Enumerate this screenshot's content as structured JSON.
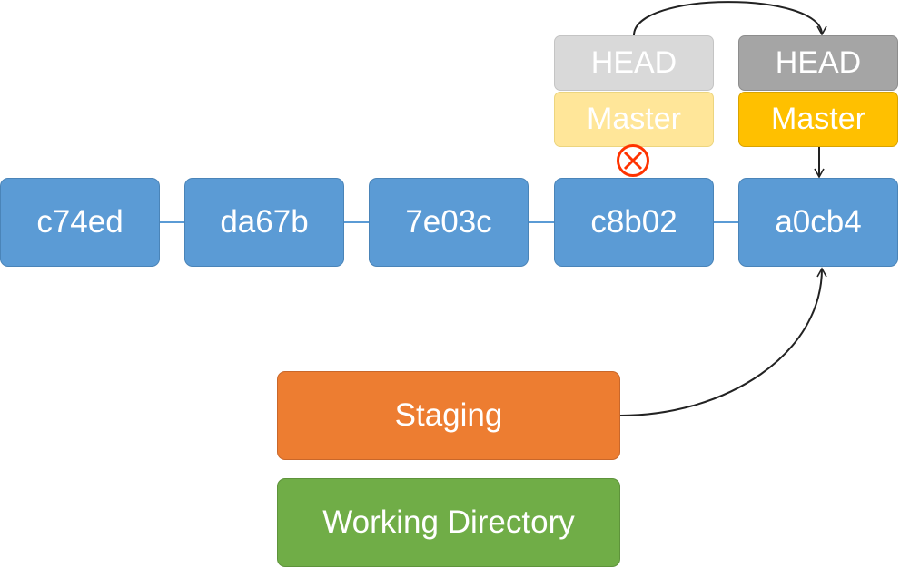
{
  "commits": [
    {
      "hash": "c74ed"
    },
    {
      "hash": "da67b"
    },
    {
      "hash": "7e03c"
    },
    {
      "hash": "c8b02"
    },
    {
      "hash": "a0cb4"
    }
  ],
  "refs_old": {
    "head_label": "HEAD",
    "master_label": "Master",
    "status": "removed"
  },
  "refs_new": {
    "head_label": "HEAD",
    "master_label": "Master"
  },
  "areas": {
    "staging_label": "Staging",
    "working_directory_label": "Working Directory"
  },
  "edges": [
    {
      "from": "c74ed",
      "to": "da67b",
      "type": "line"
    },
    {
      "from": "da67b",
      "to": "7e03c",
      "type": "line"
    },
    {
      "from": "7e03c",
      "to": "c8b02",
      "type": "line"
    },
    {
      "from": "c8b02",
      "to": "a0cb4",
      "type": "line"
    },
    {
      "from": "refs_old.head",
      "to": "refs_new.head",
      "type": "arrow"
    },
    {
      "from": "refs_new.master",
      "to": "a0cb4",
      "type": "arrow"
    },
    {
      "from": "staging",
      "to": "a0cb4",
      "type": "arrow"
    }
  ],
  "colors": {
    "commit": "#5b9bd5",
    "commit_link": "#5b9bd5",
    "head_old": "#d9d9d9",
    "master_old": "#ffe699",
    "head_new": "#a5a5a5",
    "master_new": "#ffc000",
    "staging": "#ed7d31",
    "working_directory": "#70ad47",
    "removed_marker": "#ff3300",
    "arrow": "#222222"
  }
}
